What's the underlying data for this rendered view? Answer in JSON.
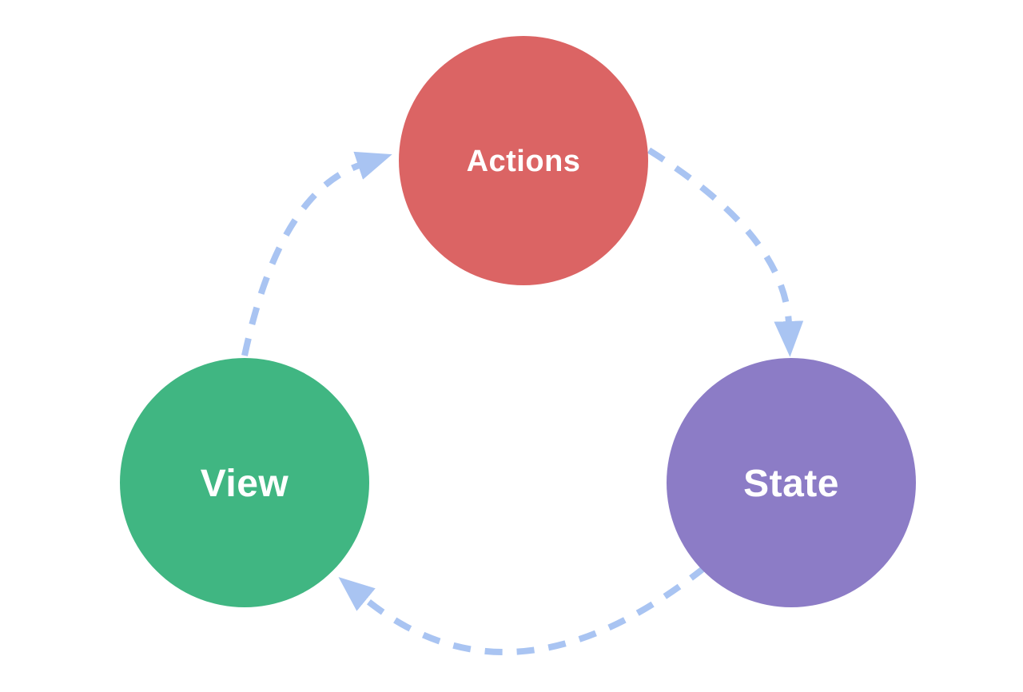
{
  "diagram": {
    "type": "cycle",
    "background": "#ffffff",
    "arrow_color": "#a9c4f2",
    "nodes": [
      {
        "id": "actions",
        "label": "Actions",
        "color": "#db6464",
        "text_color": "#ffffff",
        "position": "top"
      },
      {
        "id": "state",
        "label": "State",
        "color": "#8c7cc6",
        "text_color": "#ffffff",
        "position": "bottom-right"
      },
      {
        "id": "view",
        "label": "View",
        "color": "#40b682",
        "text_color": "#ffffff",
        "position": "bottom-left"
      }
    ],
    "flows": [
      {
        "from": "actions",
        "to": "state"
      },
      {
        "from": "state",
        "to": "view"
      },
      {
        "from": "view",
        "to": "actions"
      }
    ]
  }
}
